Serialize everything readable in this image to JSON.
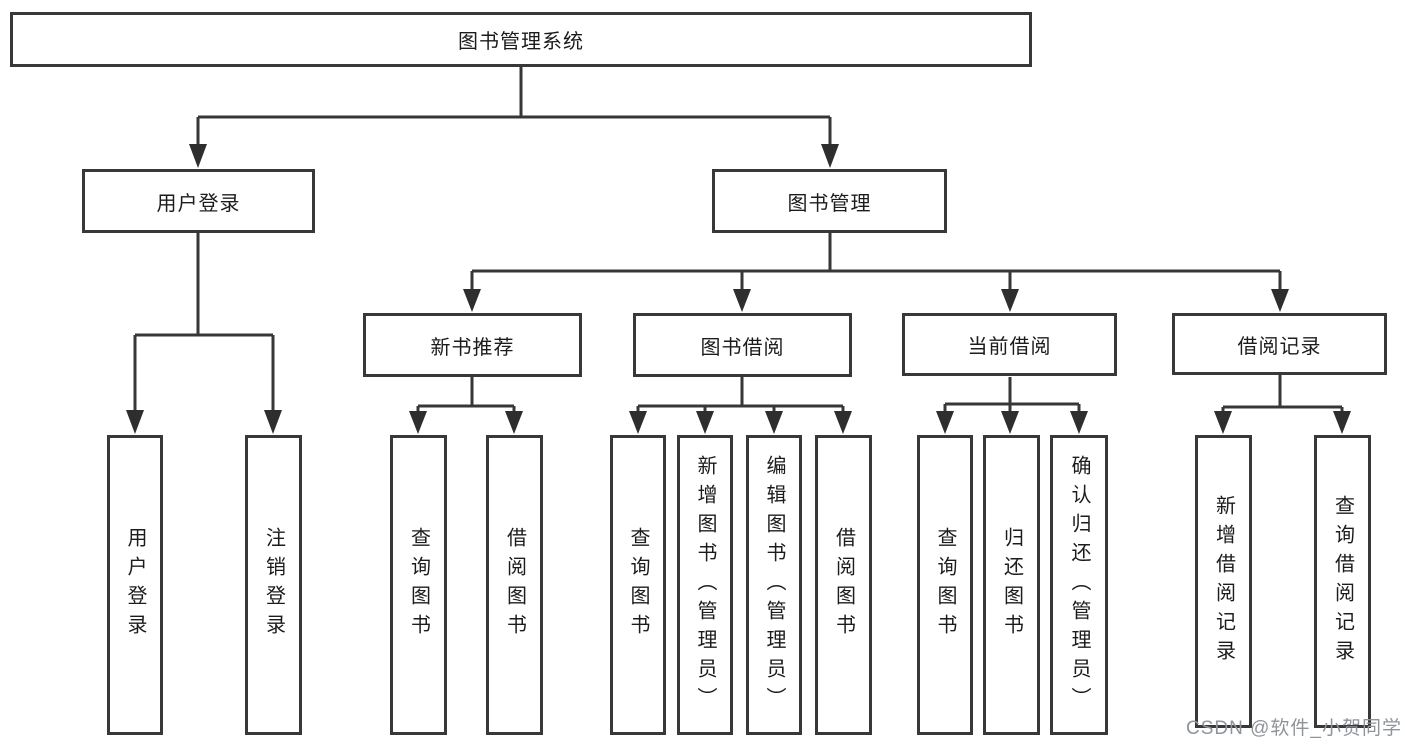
{
  "tree": {
    "label": "图书管理系统",
    "children": [
      {
        "label": "用户登录",
        "children": [
          {
            "label": "用户登录"
          },
          {
            "label": "注销登录"
          }
        ]
      },
      {
        "label": "图书管理",
        "children": [
          {
            "label": "新书推荐",
            "children": [
              {
                "label": "查询图书"
              },
              {
                "label": "借阅图书"
              }
            ]
          },
          {
            "label": "图书借阅",
            "children": [
              {
                "label": "查询图书"
              },
              {
                "label": "新增图书（管理员）"
              },
              {
                "label": "编辑图书（管理员）"
              },
              {
                "label": "借阅图书"
              }
            ]
          },
          {
            "label": "当前借阅",
            "children": [
              {
                "label": "查询图书"
              },
              {
                "label": "归还图书"
              },
              {
                "label": "确认归还（管理员）"
              }
            ]
          },
          {
            "label": "借阅记录",
            "children": [
              {
                "label": "新增借阅记录"
              },
              {
                "label": "查询借阅记录"
              }
            ]
          }
        ]
      }
    ]
  },
  "watermark": "CSDN @软件_小贺同学",
  "colors": {
    "line": "#373737",
    "watermark_text": "#8f949b"
  }
}
